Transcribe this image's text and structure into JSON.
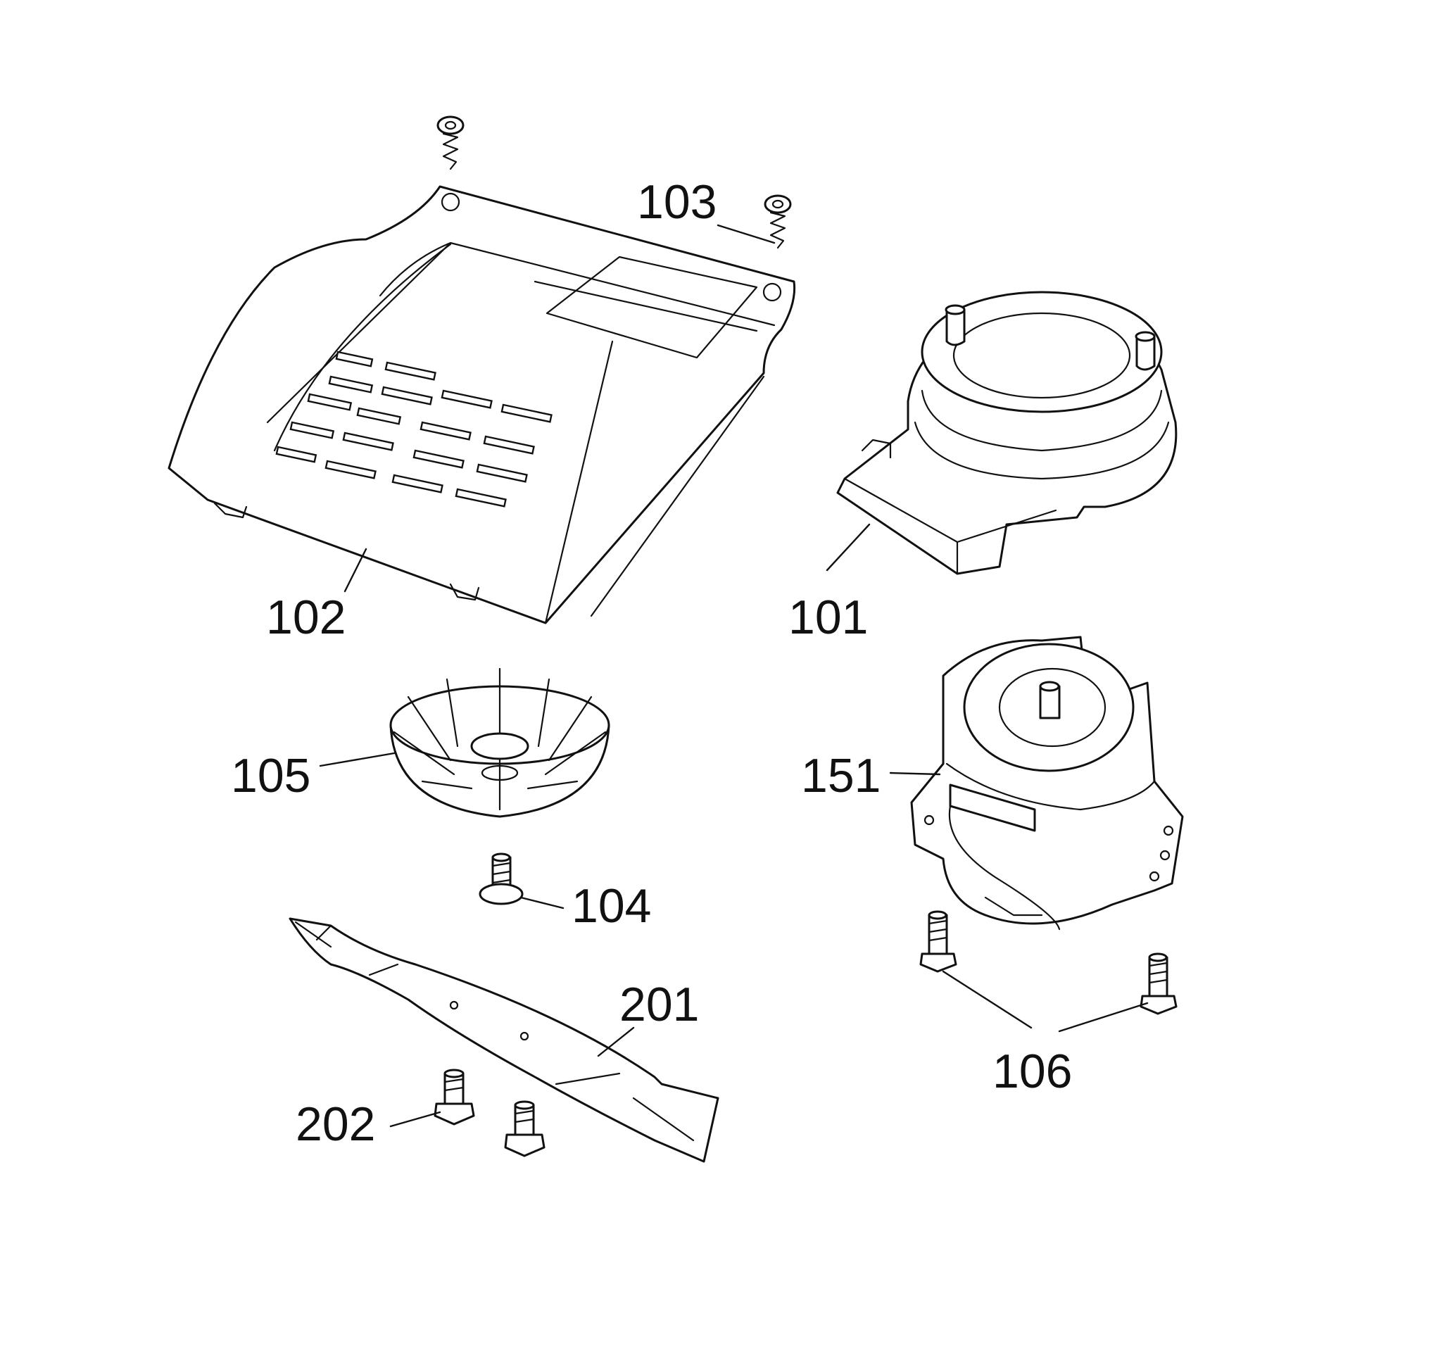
{
  "diagram": {
    "callouts": {
      "c101": "101",
      "c102": "102",
      "c103": "103",
      "c104": "104",
      "c105": "105",
      "c106": "106",
      "c151": "151",
      "c201": "201",
      "c202": "202"
    },
    "colors": {
      "line": "#111111",
      "background": "#ffffff"
    }
  }
}
